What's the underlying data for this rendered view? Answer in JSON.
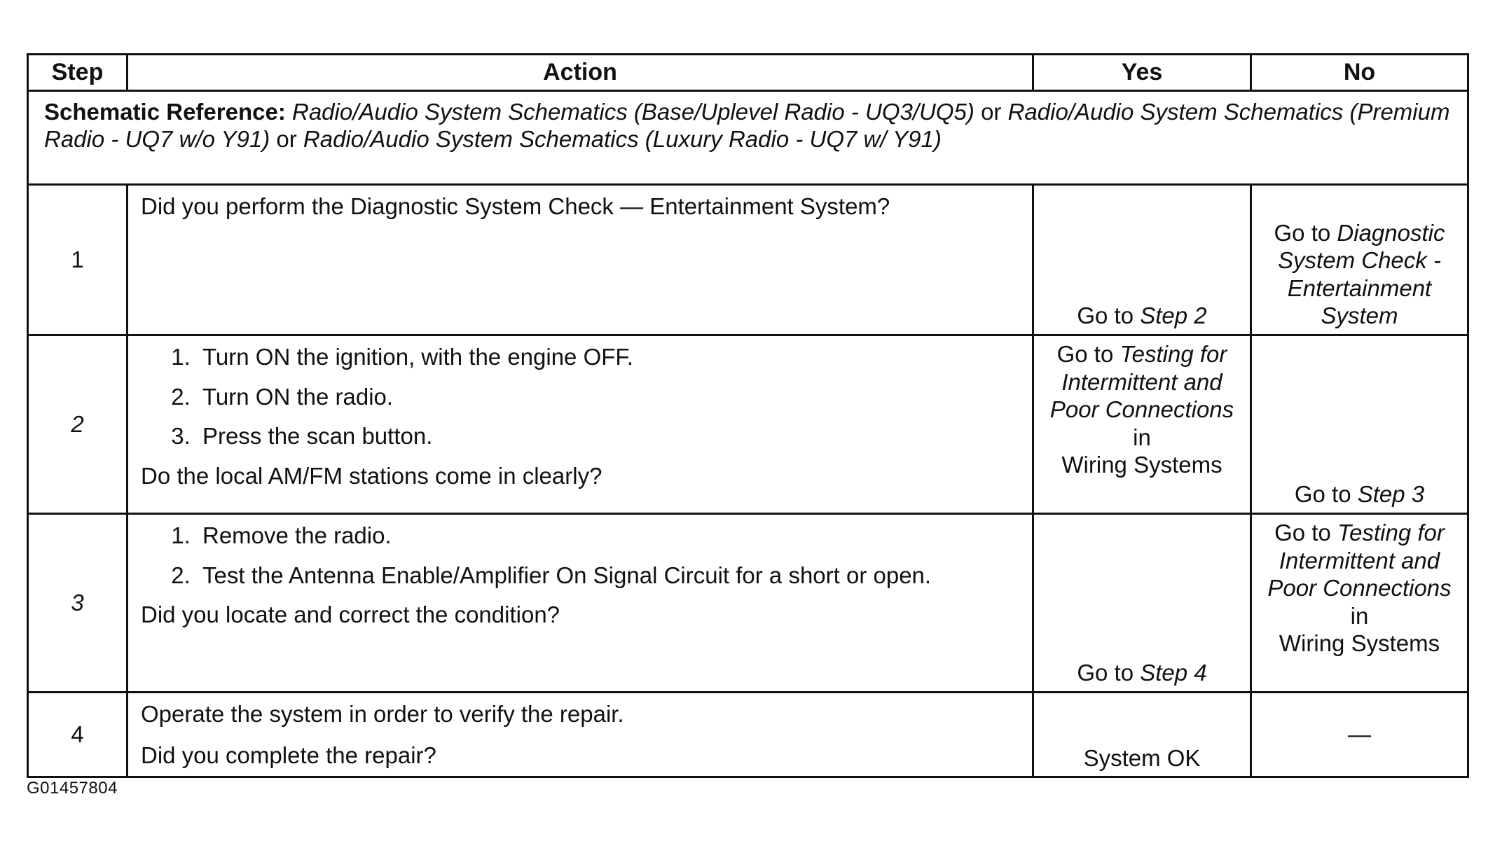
{
  "header": {
    "step": "Step",
    "action": "Action",
    "yes": "Yes",
    "no": "No"
  },
  "schematic": {
    "label": "Schematic Reference:",
    "ref1": "Radio/Audio System Schematics (Base/Uplevel Radio - UQ3/UQ5)",
    "or1": "or",
    "ref2": "Radio/Audio System Schematics (Premium Radio - UQ7 w/o Y91)",
    "or2": "or",
    "ref3": "Radio/Audio System Schematics (Luxury Radio - UQ7 w/ Y91)"
  },
  "rows": [
    {
      "step": "1",
      "question": "Did you perform the Diagnostic System Check — Entertainment System?",
      "yes_prefix": "Go to",
      "yes_link": "Step 2",
      "no_prefix": "Go to",
      "no_link": "Diagnostic System Check - Entertainment System"
    },
    {
      "step": "2",
      "items": [
        "Turn ON the ignition, with the engine OFF.",
        "Turn ON the radio.",
        "Press the scan button."
      ],
      "question": "Do the local AM/FM stations come in clearly?",
      "yes_prefix": "Go to",
      "yes_link": "Testing for Intermittent and Poor Connections",
      "yes_mid": "in",
      "yes_suffix": "Wiring Systems",
      "no_prefix": "Go to",
      "no_link": "Step 3"
    },
    {
      "step": "3",
      "items": [
        "Remove the radio.",
        "Test the Antenna Enable/Amplifier On Signal Circuit for a short or open."
      ],
      "question": "Did you locate and correct the condition?",
      "yes_prefix": "Go to",
      "yes_link": "Step 4",
      "no_prefix": "Go to",
      "no_link": "Testing for Intermittent and Poor Connections",
      "no_mid": "in",
      "no_suffix": "Wiring Systems"
    },
    {
      "step": "4",
      "line1": "Operate the system in order to verify the repair.",
      "question": "Did you complete the repair?",
      "yes": "System OK",
      "no": "—"
    }
  ],
  "figure_id": "G01457804"
}
